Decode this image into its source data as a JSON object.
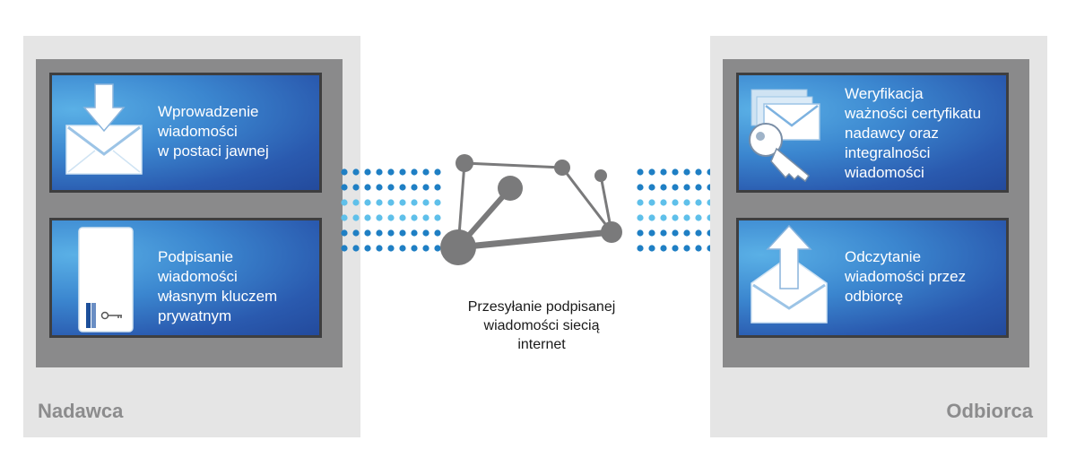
{
  "sender": {
    "label": "Nadawca",
    "steps": [
      {
        "icon": "envelope-download-icon",
        "lines": [
          "Wprowadzenie",
          "wiadomości",
          "w postaci jawnej"
        ]
      },
      {
        "icon": "smart-card-key-icon",
        "lines": [
          "Podpisanie",
          "wiadomości",
          "własnym kluczem",
          "prywatnym"
        ]
      }
    ]
  },
  "receiver": {
    "label": "Odbiorca",
    "steps": [
      {
        "icon": "certificate-key-envelopes-icon",
        "lines": [
          "Weryfikacja",
          "ważności certyfikatu",
          "nadawcy oraz",
          "integralności",
          "wiadomości"
        ]
      },
      {
        "icon": "envelope-upload-icon",
        "lines": [
          "Odczytanie",
          "wiadomości przez",
          "odbiorcę"
        ]
      }
    ]
  },
  "transfer": {
    "icon": "network-icon",
    "caption_lines": [
      "Przesyłanie podpisanej",
      "wiadomości siecią",
      "internet"
    ]
  },
  "colors": {
    "card_blue": "#2f6fc0",
    "card_light_blue": "#5ab0e6",
    "frame_gray": "#8a8a8b",
    "panel_gray": "#e5e5e5",
    "network_gray": "#7a7a7b",
    "dot_dark": "#1f7fc4",
    "dot_light": "#5fc0ea"
  }
}
